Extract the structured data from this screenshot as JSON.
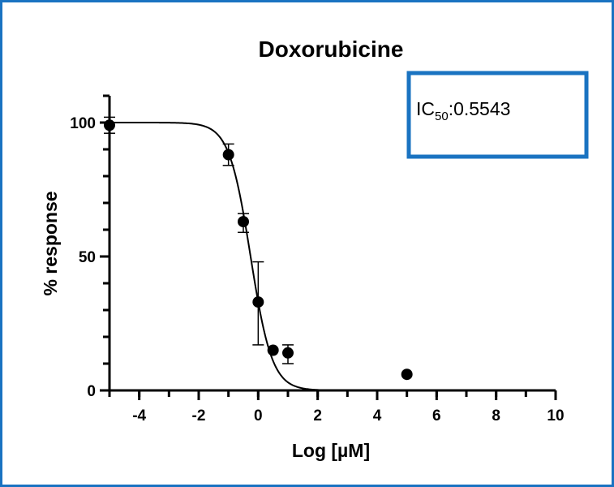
{
  "chart_data": {
    "type": "scatter",
    "title": "Doxorubicine",
    "xlabel": "Log [µM]",
    "ylabel": "% response",
    "xlim": [
      -5,
      10
    ],
    "ylim": [
      0,
      110
    ],
    "x_ticks": [
      -4,
      -2,
      0,
      2,
      4,
      6,
      8,
      10
    ],
    "y_ticks": [
      0,
      50,
      100
    ],
    "grid": false,
    "points": [
      {
        "x": -5,
        "y": 99,
        "err_low": 96,
        "err_high": 102
      },
      {
        "x": -1,
        "y": 88,
        "err_low": 84,
        "err_high": 92
      },
      {
        "x": -0.5,
        "y": 63,
        "err_low": 59,
        "err_high": 66
      },
      {
        "x": 0,
        "y": 33,
        "err_low": 17,
        "err_high": 48
      },
      {
        "x": 0.5,
        "y": 15,
        "err_low": 15,
        "err_high": 15
      },
      {
        "x": 1,
        "y": 14,
        "err_low": 10,
        "err_high": 17
      },
      {
        "x": 5,
        "y": 6,
        "err_low": 6,
        "err_high": 6
      }
    ],
    "fit_curve": {
      "model": "four-parameter logistic",
      "top": 100,
      "bottom": 0,
      "log_ic50": -0.256,
      "hill_slope": -1.2
    },
    "annotation": {
      "label_main": "IC",
      "label_sub": "50",
      "label_value": ":0.5543"
    },
    "colors": {
      "frame": "#1a73c1",
      "annotation_box": "#1a73c1",
      "data": "#000000"
    }
  }
}
